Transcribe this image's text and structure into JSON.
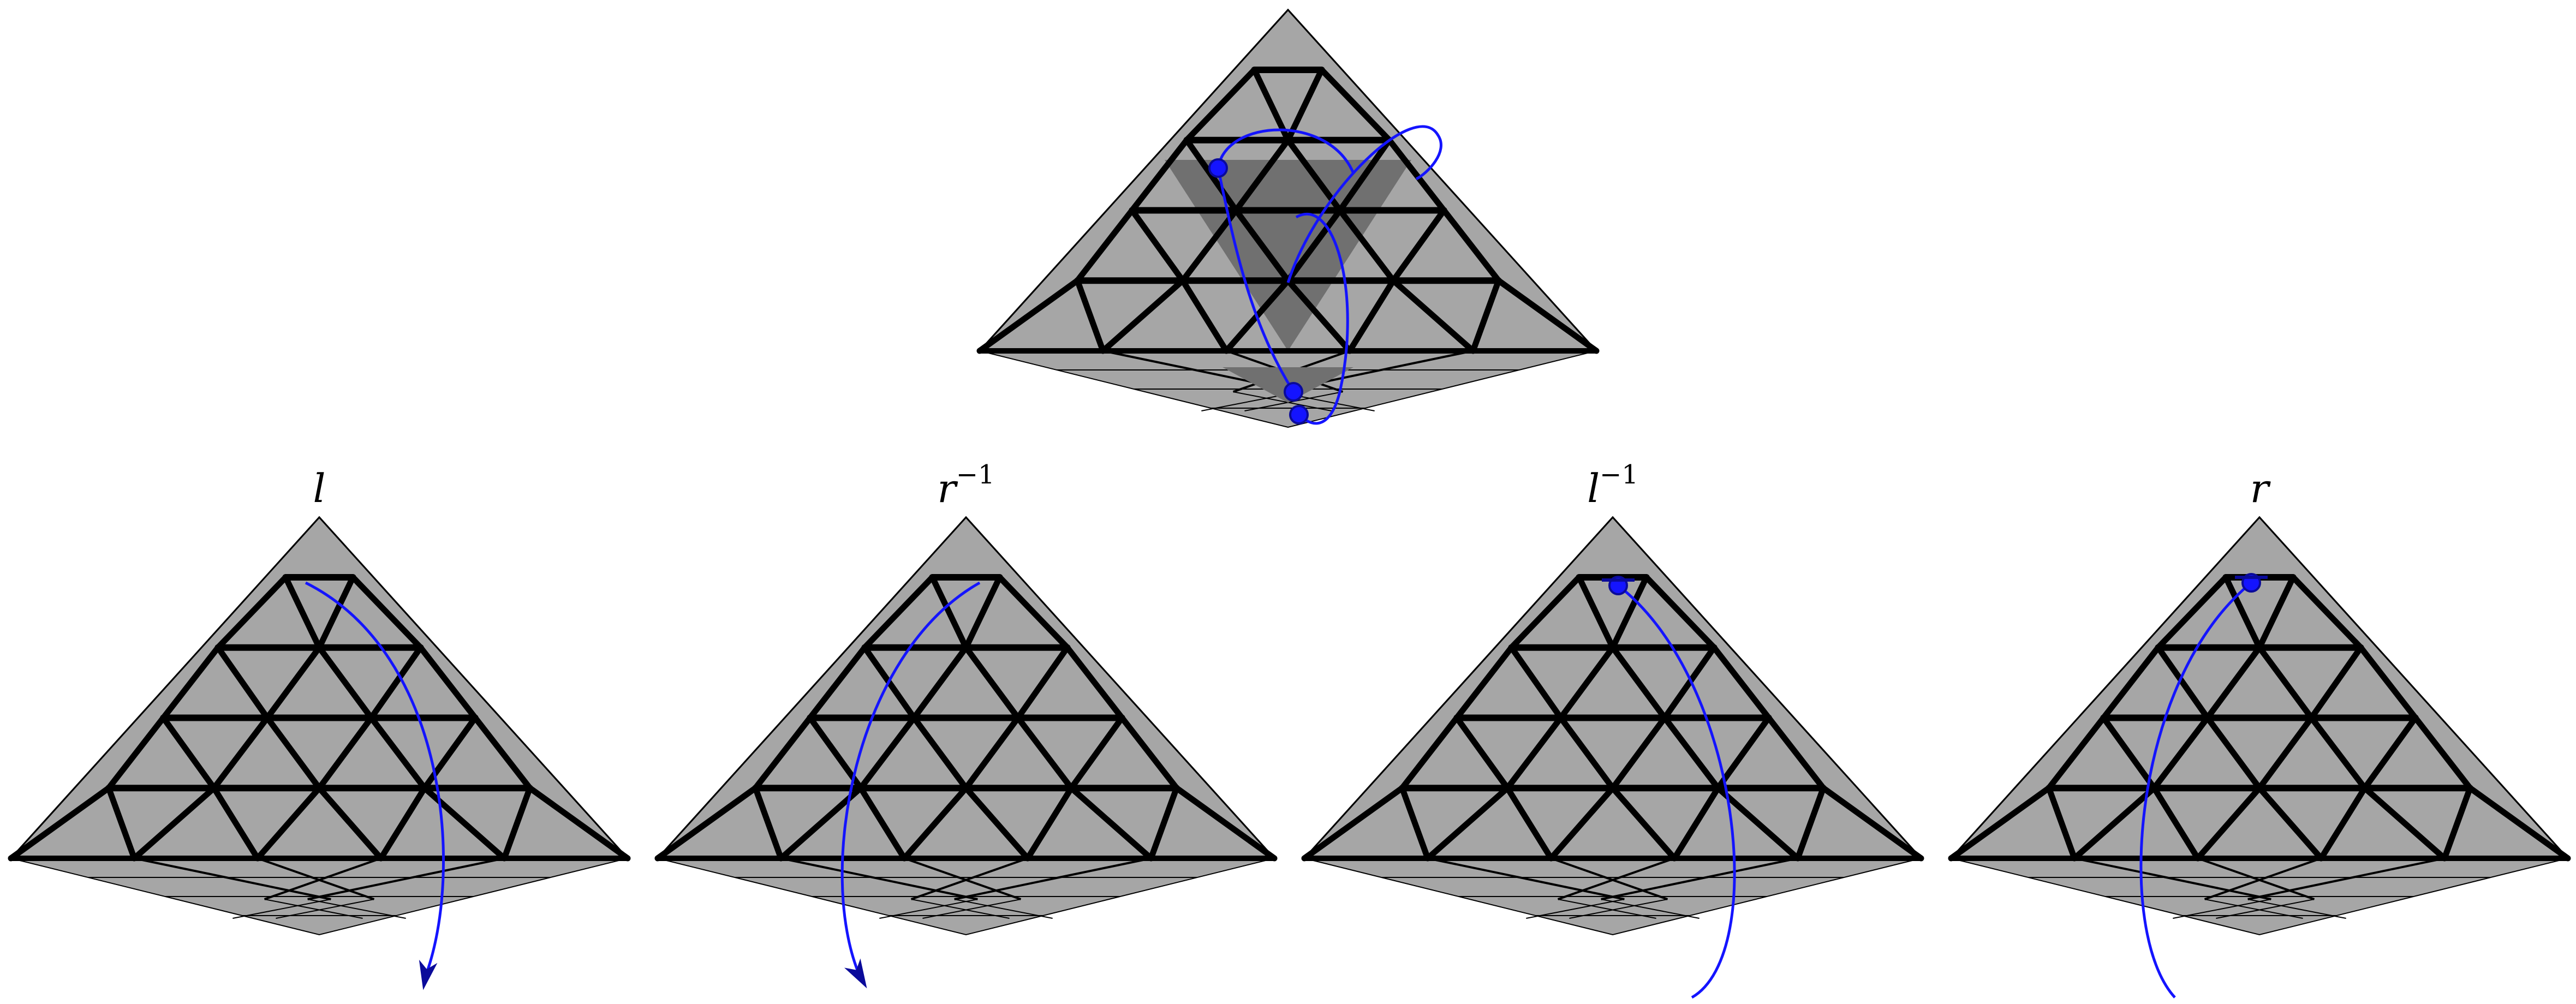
{
  "colors": {
    "background": "#ffffff",
    "face": "#a6a6a6",
    "face_dark": "#707070",
    "edge": "#000000",
    "path": "#1414ff",
    "marker": "#0a0a9a"
  },
  "top_view": {
    "dark_region": "central-triangle",
    "moves": [
      "l",
      "r",
      "l",
      "r"
    ]
  },
  "panels": [
    {
      "id": "l",
      "label": "l",
      "label_sup": "",
      "path_marker": "tail-arrow"
    },
    {
      "id": "r-inverse",
      "label": "r",
      "label_sup": "−1",
      "path_marker": "tail-arrow"
    },
    {
      "id": "l-inverse",
      "label": "l",
      "label_sup": "−1",
      "path_marker": "head-dot"
    },
    {
      "id": "r",
      "label": "r",
      "label_sup": "",
      "path_marker": "head-dot"
    }
  ]
}
